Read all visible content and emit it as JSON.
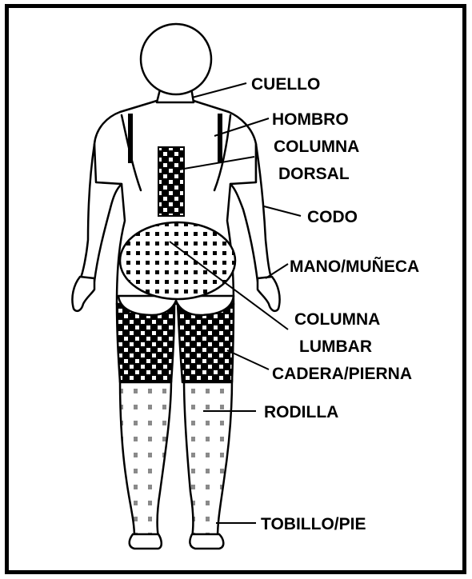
{
  "colors": {
    "ink": "#000000",
    "background": "#ffffff",
    "dots_light": "#8a8a8a"
  },
  "labels": {
    "neck": "CUELLO",
    "shoulder": "HOMBRO",
    "thoracic_1": "COLUMNA",
    "thoracic_2": "DORSAL",
    "elbow": "CODO",
    "hand_wrist": "MANO/MUÑECA",
    "lumbar_1": "COLUMNA",
    "lumbar_2": "LUMBAR",
    "hip_leg": "CADERA/PIERNA",
    "knee": "RODILLA",
    "ankle_foot": "TOBILLO/PIE"
  }
}
